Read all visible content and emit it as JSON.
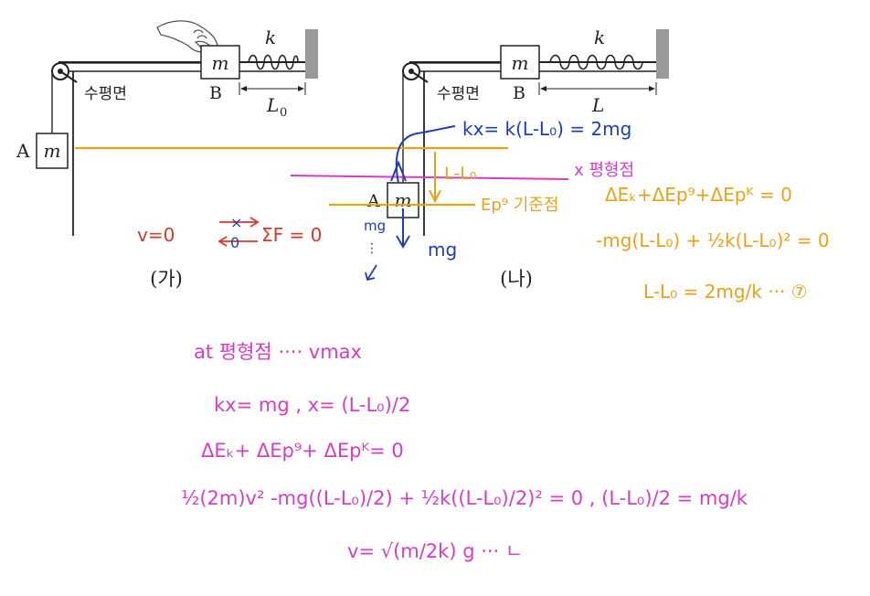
{
  "fig_ga": {
    "block_a": "m",
    "label_a": "A",
    "block_b": "m",
    "label_b": "B",
    "spring": "k",
    "surface": "수평면",
    "length_main": "L",
    "length_sub": "0",
    "caption": "(가)"
  },
  "fig_na": {
    "block_b": "m",
    "label_b": "B",
    "spring": "k",
    "surface": "수평면",
    "length": "L",
    "block_a": "m",
    "label_a": "A",
    "caption": "(나)"
  },
  "notes": {
    "blue_force": "kx= k(L-L₀) = 2mg",
    "blue_mg": "mg",
    "blue_mg_small": "mg",
    "orange_ll0": "L-L₀",
    "magenta_x_eq": "x 평형점",
    "orange_ep_ref": "Ep⁹ 기준점",
    "red_v0": "v=0",
    "red_sigma": "ΣF = 0",
    "orange_energy1": "ΔEₖ+ΔEp⁹+ΔEpᴷ = 0",
    "orange_energy2": "-mg(L-L₀) + ½k(L-L₀)² = 0",
    "orange_result": "L-L₀ = 2mg/k ··· ⑦",
    "mag_line1": "at 평형점 ···· vmax",
    "mag_line2": "kx= mg ,  x= (L-L₀)/2",
    "mag_line3": "ΔEₖ+ ΔEp⁹+ ΔEpᴷ= 0",
    "mag_line4": "½(2m)v² -mg((L-L₀)/2) + ½k((L-L₀)/2)² = 0 ,  (L-L₀)/2 = mg/k",
    "mag_line5": "v= √(m/2k) g ··· ㄴ"
  },
  "colors": {
    "ink": "#222222",
    "wall": "#9a9a9a",
    "orange": "#e8a21a",
    "magenta": "#d73cc6",
    "blue": "#1f3fb0",
    "red": "#d23a2a"
  }
}
